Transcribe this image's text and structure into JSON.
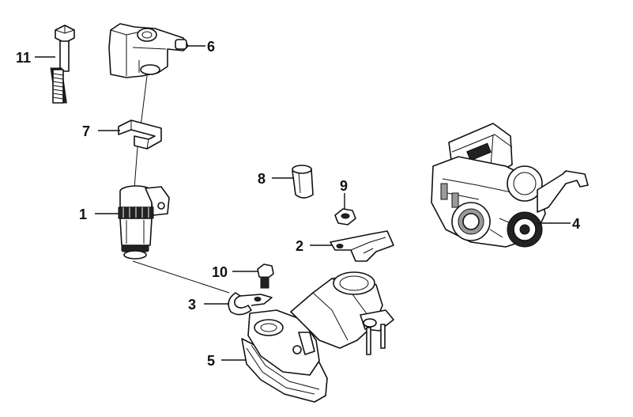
{
  "callouts": [
    {
      "id": "1",
      "text": "1"
    },
    {
      "id": "2",
      "text": "2"
    },
    {
      "id": "3",
      "text": "3"
    },
    {
      "id": "4",
      "text": "4"
    },
    {
      "id": "5",
      "text": "5"
    },
    {
      "id": "6",
      "text": "6"
    },
    {
      "id": "7",
      "text": "7"
    },
    {
      "id": "8",
      "text": "8"
    },
    {
      "id": "9",
      "text": "9"
    },
    {
      "id": "10",
      "text": "10"
    },
    {
      "id": "11",
      "text": "11"
    }
  ],
  "colors": {
    "line": "#111111",
    "fill": "#ffffff",
    "shade": "#9a9a9a"
  }
}
